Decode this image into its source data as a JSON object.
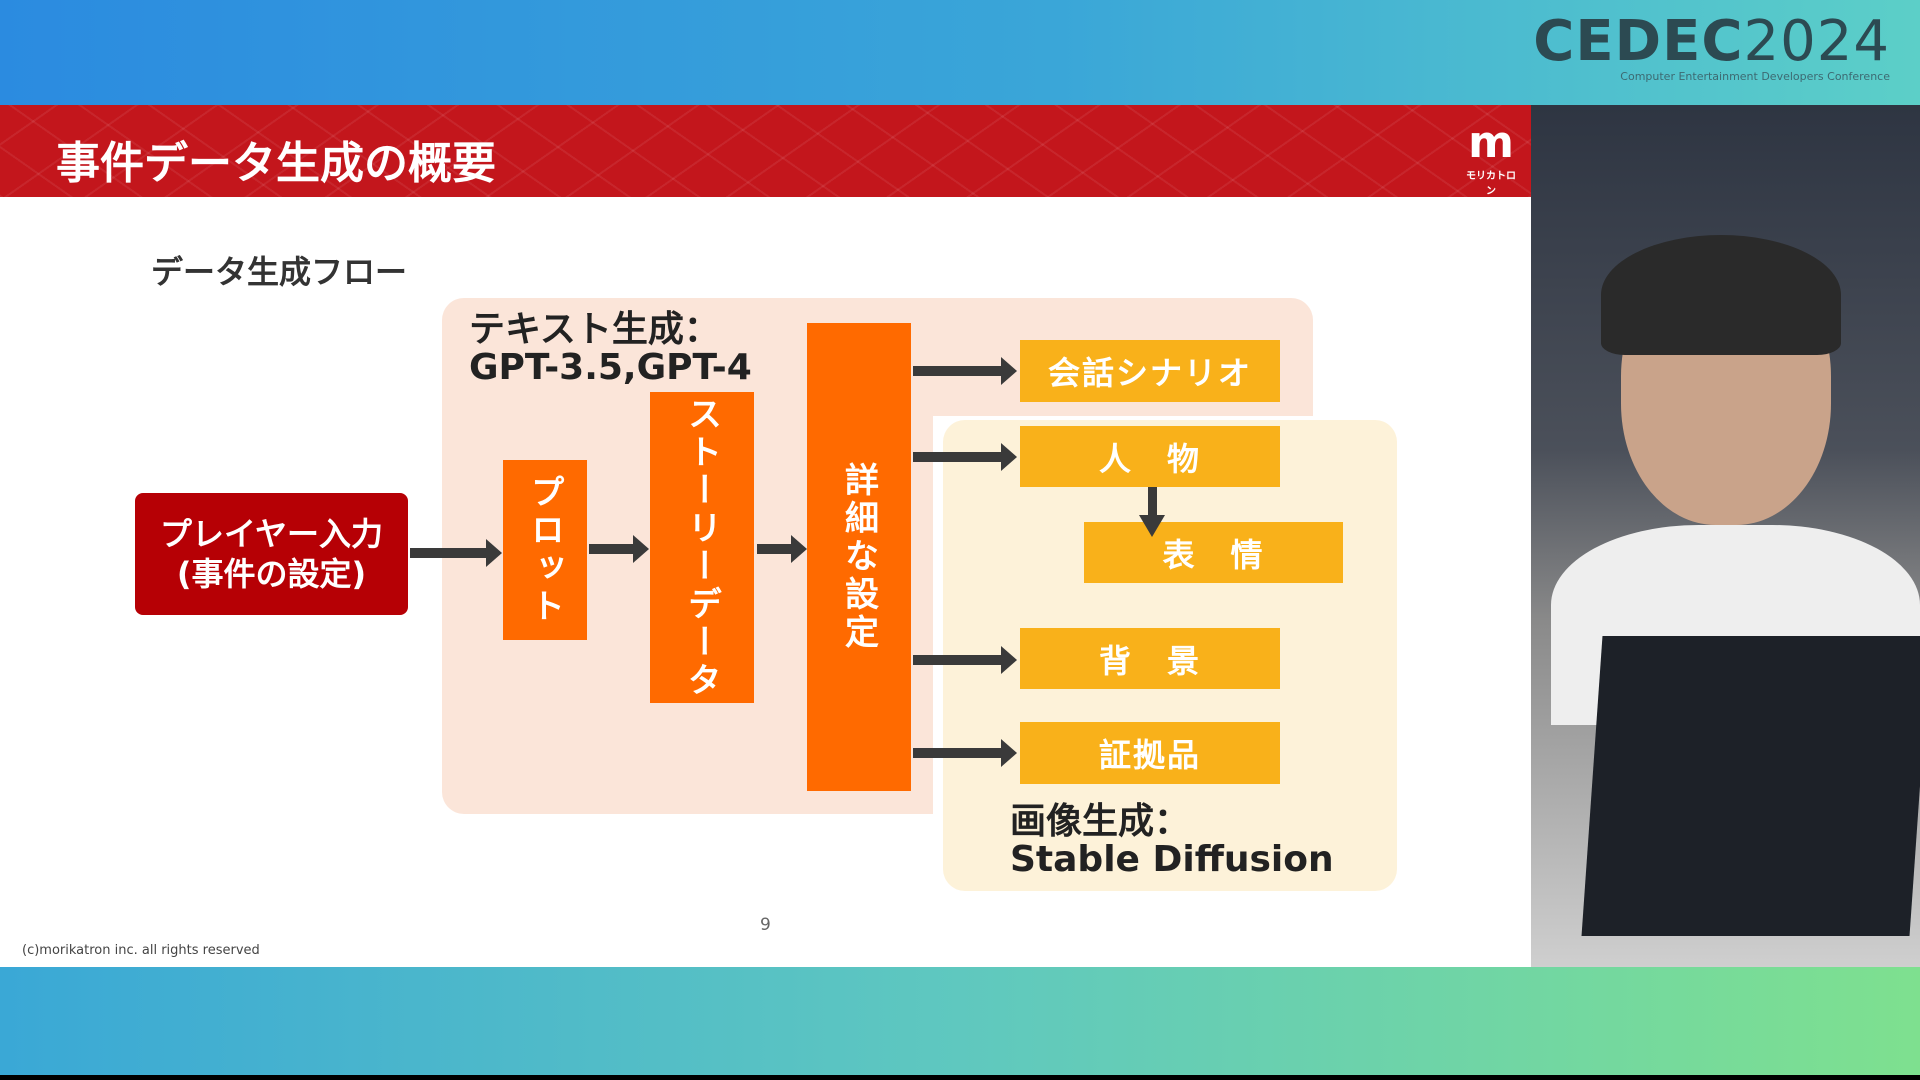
{
  "event_logo": {
    "name": "CEDEC",
    "year": "2024",
    "tagline": "Computer Entertainment Developers Conference"
  },
  "slide": {
    "title": "事件データ生成の概要",
    "company_logo": {
      "mark": "m",
      "text": "モリカトロン"
    },
    "subtitle": "データ生成フロー",
    "text_gen_label": [
      "テキスト生成：",
      "GPT-3.5,GPT-4"
    ],
    "image_gen_label": [
      "画像生成：",
      "Stable Diffusion"
    ],
    "player_input": [
      "プレイヤー入力",
      "(事件の設定)"
    ],
    "plot": "プロット",
    "story_data": "ストーリーデータ",
    "detail_settings": "詳細な設定",
    "outputs": {
      "conversation": "会話シナリオ",
      "person": "人　物",
      "expression": "表　情",
      "background": "背　景",
      "evidence": "証拠品"
    },
    "page_number": "9",
    "copyright": "(c)morikatron inc. all rights reserved"
  }
}
